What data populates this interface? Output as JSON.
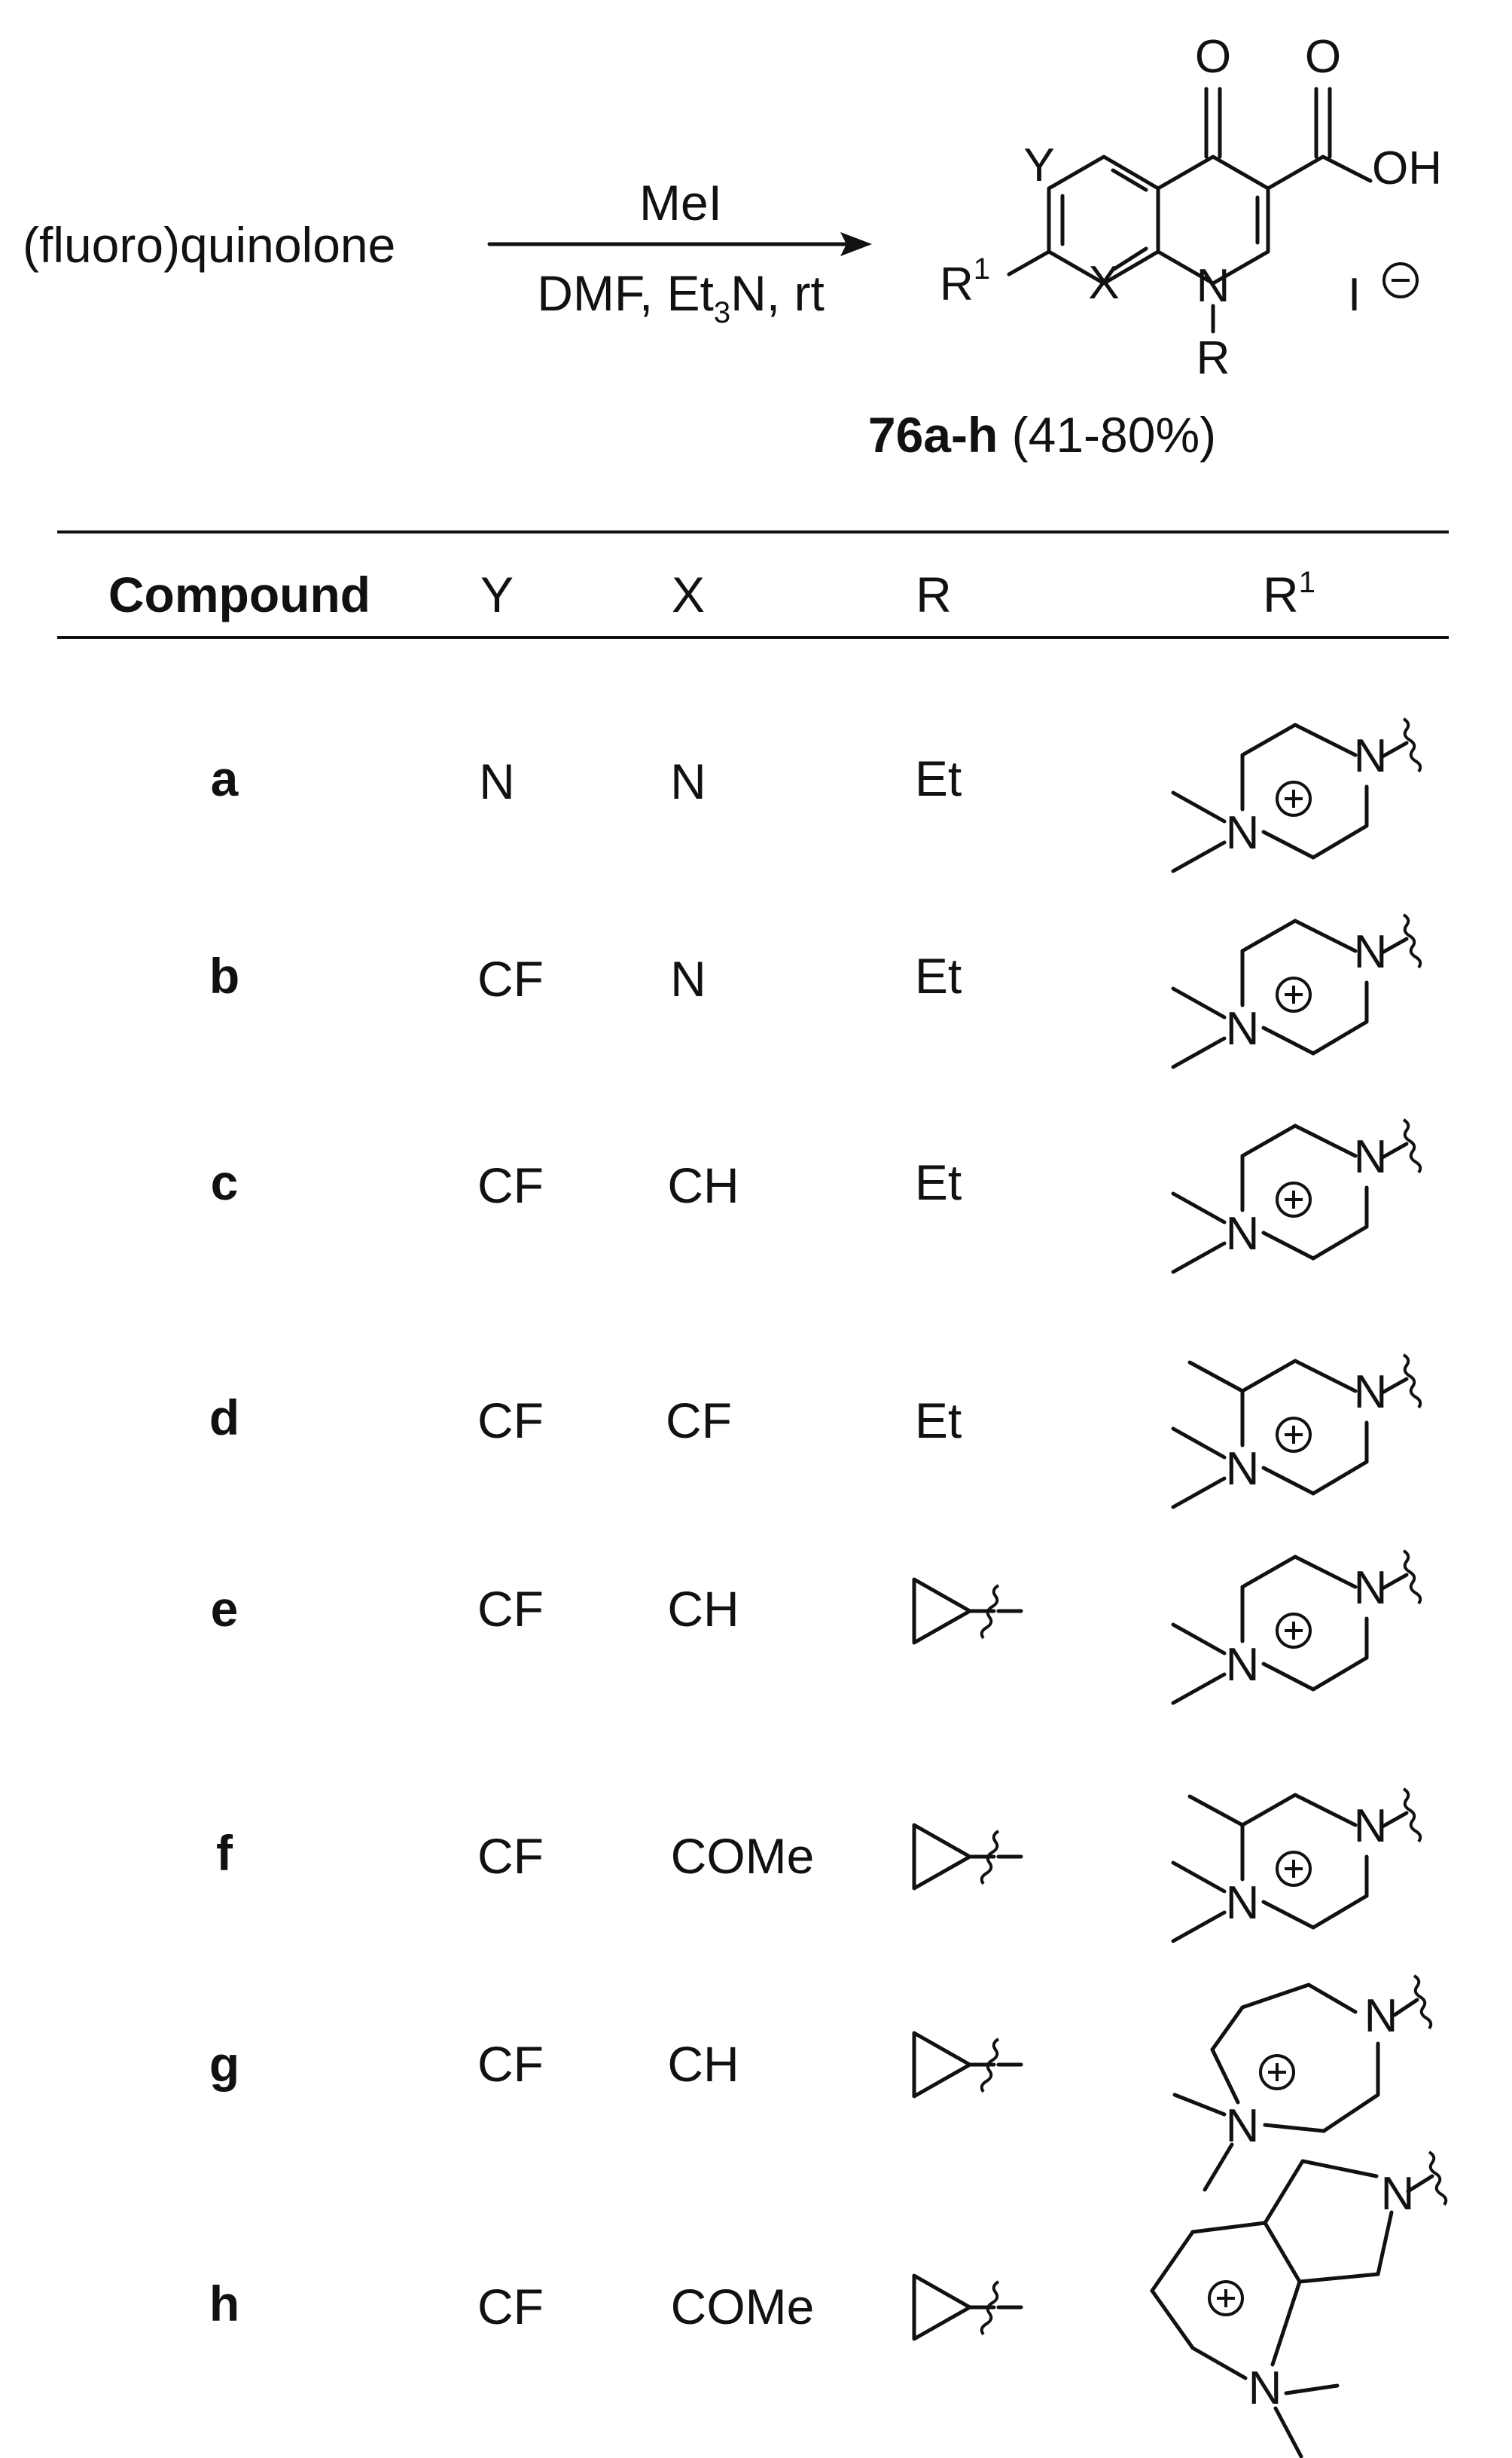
{
  "reaction": {
    "starting_material": "(fluoro)quinolone",
    "reagent": "MeI",
    "conditions_pre": "DMF, Et",
    "conditions_sub": "3",
    "conditions_post": "N, rt",
    "product_label_bold": "76a-h",
    "product_label_yield": "(41-80%)",
    "counter_ion": "I",
    "atoms": {
      "O": "O",
      "OH": "OH",
      "N": "N",
      "R": "R",
      "R1": "R",
      "R1_sup": "1",
      "X": "X",
      "Y": "Y"
    }
  },
  "table": {
    "headers": {
      "compound": "Compound",
      "y": "Y",
      "x": "X",
      "r": "R",
      "r1": "R",
      "r1_sup": "1"
    },
    "rows": [
      {
        "compound": "a",
        "y": "N",
        "x": "N",
        "r": "Et",
        "r1_type": "N,N-dimethylpiperazinium"
      },
      {
        "compound": "b",
        "y": "CF",
        "x": "N",
        "r": "Et",
        "r1_type": "N,N-dimethylpiperazinium"
      },
      {
        "compound": "c",
        "y": "CF",
        "x": "CH",
        "r": "Et",
        "r1_type": "N,N-dimethylpiperazinium"
      },
      {
        "compound": "d",
        "y": "CF",
        "x": "CF",
        "r": "Et",
        "r1_type": "2,N,N-trimethylpiperazinium"
      },
      {
        "compound": "e",
        "y": "CF",
        "x": "CH",
        "r": "cyclopropyl",
        "r1_type": "N,N-dimethylpiperazinium"
      },
      {
        "compound": "f",
        "y": "CF",
        "x": "COMe",
        "r": "cyclopropyl",
        "r1_type": "2,N,N-trimethylpiperazinium"
      },
      {
        "compound": "g",
        "y": "CF",
        "x": "CH",
        "r": "cyclopropyl",
        "r1_type": "N,N-dimethylhomopiperazinium"
      },
      {
        "compound": "h",
        "y": "CF",
        "x": "COMe",
        "r": "cyclopropyl",
        "r1_type": "octahydropyrrolopyridinium"
      }
    ],
    "atom_labels": {
      "N": "N"
    }
  }
}
